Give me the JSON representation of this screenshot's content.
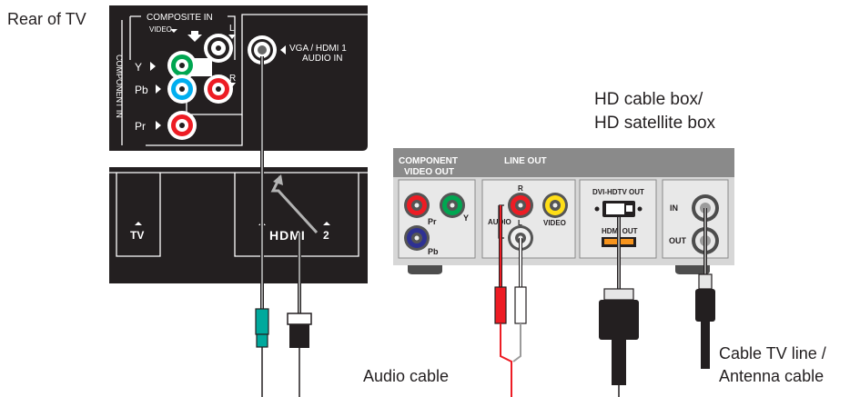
{
  "labels": {
    "rear_of_tv": "Rear of TV",
    "hd_box_line1": "HD cable box/",
    "hd_box_line2": "HD satellite box",
    "audio_cable": "Audio cable",
    "cable_line1": "Cable TV line /",
    "cable_line2": "Antenna cable"
  },
  "tv_panel": {
    "composite_in": "COMPOSITE IN",
    "video": "VIDEO",
    "component_in": "COMPONENT IN",
    "y": "Y",
    "pb": "Pb",
    "pr": "Pr",
    "l": "L",
    "r": "R",
    "vga_line1": "VGA / HDMI 1",
    "vga_line2": "AUDIO IN",
    "tv": "TV",
    "hdmi": "HDMI",
    "hdmi_num": "2"
  },
  "box_panel": {
    "component_line1": "COMPONENT",
    "component_line2": "VIDEO OUT",
    "line_out": "LINE OUT",
    "pr": "Pr",
    "y": "Y",
    "pb": "Pb",
    "r": "R",
    "audio": "AUDIO",
    "l": "L",
    "video": "VIDEO",
    "dvi_out": "DVI-HDTV OUT",
    "hdmi_out": "HDMI OUT",
    "in": "IN",
    "out": "OUT"
  },
  "colors": {
    "tv_body": "#231f20",
    "box_body": "#d7d7d7",
    "box_header": "#8a8a8a",
    "green": "#00a651",
    "blue": "#00aeef",
    "red": "#ed1c24",
    "yellow": "#ffde17",
    "navy": "#2e3192",
    "cyan_plug": "#00a99d"
  }
}
